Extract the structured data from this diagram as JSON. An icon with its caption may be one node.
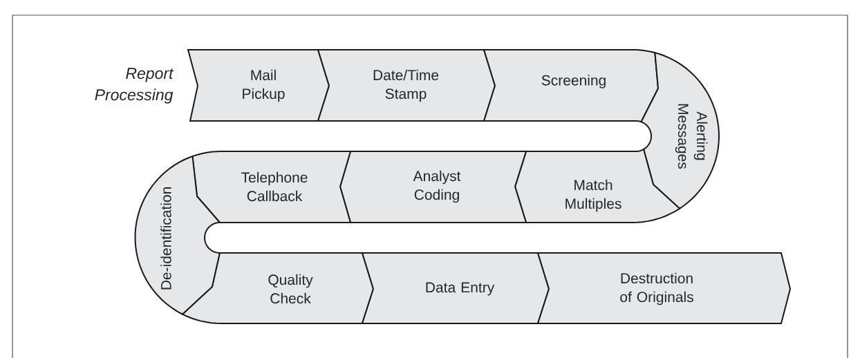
{
  "diagram": {
    "title": "Report Processing",
    "nodes": [
      {
        "text": [
          "Mail Pickup"
        ]
      },
      {
        "text": [
          "Date/Time Stamp"
        ]
      },
      {
        "text": [
          "Screening"
        ]
      },
      {
        "text": [
          "Alerting Messages"
        ]
      },
      {
        "text": [
          "Match Multiples"
        ]
      },
      {
        "text": [
          "Analyst Coding"
        ]
      },
      {
        "text": [
          "Telephone Callback"
        ]
      },
      {
        "text": [
          "De-identification"
        ]
      },
      {
        "text": [
          "Quality Check"
        ]
      },
      {
        "text": [
          "Data Entry"
        ]
      },
      {
        "text": [
          "Destruction of Originals"
        ]
      }
    ]
  }
}
